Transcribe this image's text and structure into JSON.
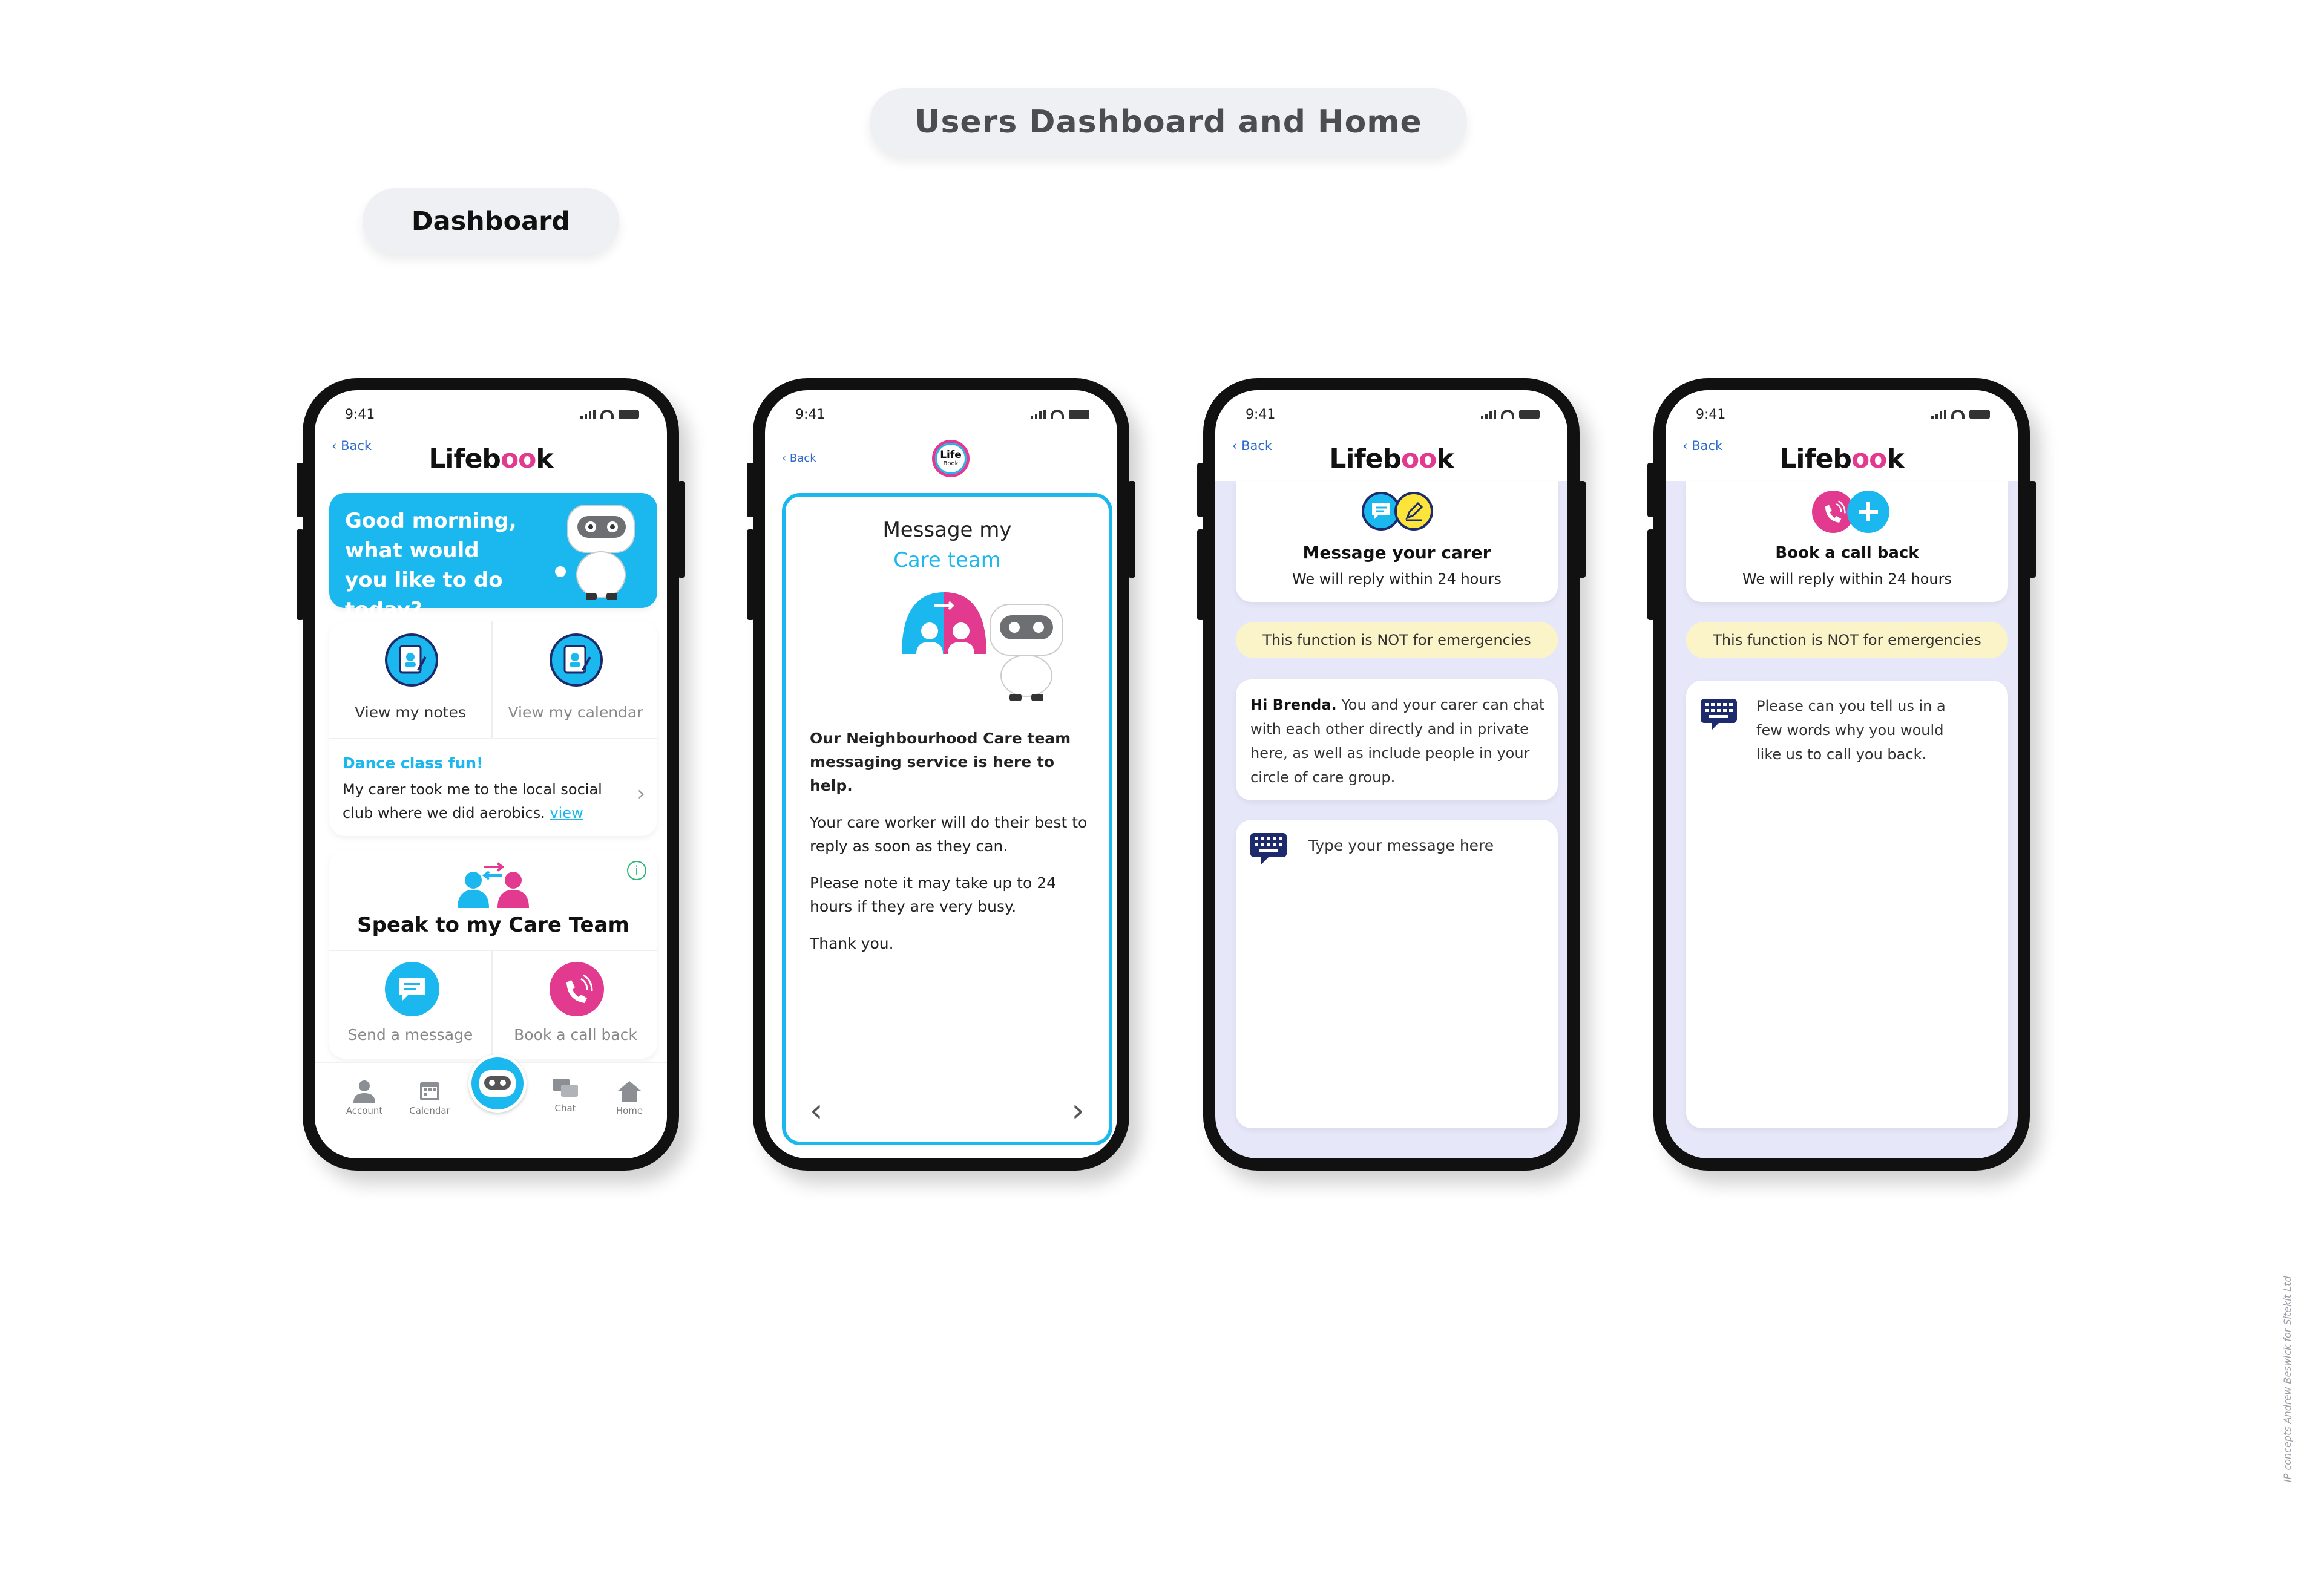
{
  "header": {
    "title": "Users Dashboard and Home",
    "section": "Dashboard"
  },
  "credit": "IP concepts Andrew Beswick for Sitekit Ltd",
  "status": {
    "time": "9:41"
  },
  "nav": {
    "back": "‹ Back"
  },
  "brand": {
    "logo_start": "Lifeb",
    "logo_oo": "oo",
    "logo_end": "k",
    "badge_top": "Life",
    "badge_bottom": "Book"
  },
  "dashboard": {
    "greeting": "Good morning, what would you like to do today?",
    "notes_label": "View my notes",
    "calendar_label": "View my calendar",
    "story_title": "Dance class fun!",
    "story_text": "My carer took me to the local social club where we did aerobics.",
    "story_link": "view",
    "care_team_title": "Speak to my Care Team",
    "send_message": "Send a message",
    "book_call": "Book a call back",
    "tabs": [
      "Account",
      "Calendar",
      "Chat",
      "Home"
    ]
  },
  "intro": {
    "title_line1": "Message my",
    "title_line2": "Care team",
    "bold_text": "Our Neighbourhood Care team messaging service is here to help.",
    "para1": "Your care worker will do their best to reply as soon as they can.",
    "para2": "Please note it may take up to 24 hours if they are very busy.",
    "para3": "Thank you."
  },
  "message": {
    "title": "Message your carer",
    "reply": "We will reply within 24 hours",
    "warning": "This function is NOT for emergencies",
    "greet_name": "Hi Brenda.",
    "greet_text": "You and your carer can chat with each other directly and in private here, as well as include people in your circle of care group.",
    "placeholder": "Type your message here"
  },
  "callback": {
    "title": "Book a call back",
    "reply": "We will reply within 24 hours",
    "warning": "This function is NOT for emergencies",
    "prompt": "Please can you tell us in a few words why you would like us to call you back."
  },
  "colors": {
    "cyan": "#1ab8ef",
    "pink": "#e23a8f",
    "yellow": "#fde43b",
    "lavender": "#e6e8fa",
    "warning_bg": "#fbf4c8"
  }
}
